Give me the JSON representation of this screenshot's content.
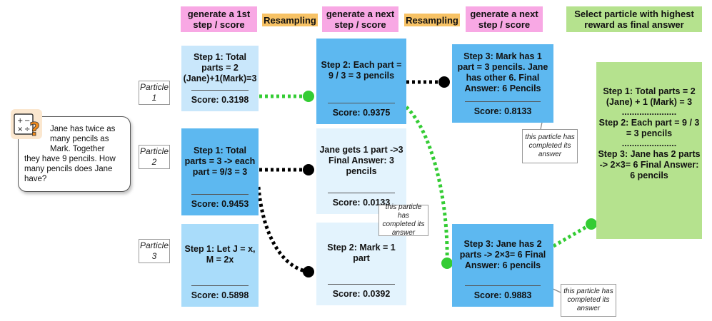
{
  "headers": [
    {
      "id": "gen1",
      "text": "generate a 1st step / score"
    },
    {
      "id": "res1",
      "text": "Resampling"
    },
    {
      "id": "gen2",
      "text": "generate a next step / score"
    },
    {
      "id": "res2",
      "text": "Resampling"
    },
    {
      "id": "gen3",
      "text": "generate a next step / score"
    },
    {
      "id": "select",
      "text": "Select particle with highest reward as final answer"
    }
  ],
  "question": {
    "first": "Jane has twice as many pencils as Mark. Together",
    "rest": "they have 9 pencils. How many pencils does Jane have?"
  },
  "particles": [
    "Particle 1",
    "Particle 2",
    "Particle 3"
  ],
  "boxes": {
    "p1s1": {
      "text": "Step 1: Total parts = 2 (Jane)+1(Mark)=3",
      "score": "Score: 0.3198"
    },
    "p2s1": {
      "text": "Step 1: Total parts = 3 -> each part = 9/3 = 3",
      "score": "Score: 0.9453"
    },
    "p3s1": {
      "text": "Step 1: Let J = x, M = 2x",
      "score": "Score: 0.5898"
    },
    "a": {
      "text": "Step 2: Each part = 9 / 3 = 3 pencils",
      "score": "Score: 0.9375"
    },
    "b": {
      "text": "Jane gets 1 part ->3 Final Answer: 3 pencils",
      "score": "Score: 0.0133"
    },
    "c": {
      "text": "Step 2: Mark = 1 part",
      "score": "Score: 0.0392"
    },
    "d": {
      "text": "Step 3: Mark has 1 part = 3 pencils. Jane has other 6. Final Answer: 6 Pencils",
      "score": "Score: 0.8133"
    },
    "e": {
      "text": "Step 3: Jane has 2 parts -> 2×3= 6 Final Answer: 6 pencils",
      "score": "Score: 0.9883"
    }
  },
  "notes": {
    "n1": "this particle has completed its answer",
    "n2": "this particle has completed its answer",
    "n3": "this particle has completed its answer"
  },
  "final": {
    "s1": "Step 1: Total parts = 2 (Jane) + 1 (Mark) = 3",
    "s2": "Step 2: Each part = 9 / 3 = 3 pencils",
    "s3": "Step 3: Jane has 2 parts -> 2×3= 6 Final Answer: 6 pencils",
    "dots": "......................"
  },
  "colors": {
    "header_pink": "#f8a8e4",
    "header_orange": "#f7c265",
    "header_green": "#b5e28e",
    "dotted_green": "#33cc33",
    "dotted_black": "#000000"
  }
}
